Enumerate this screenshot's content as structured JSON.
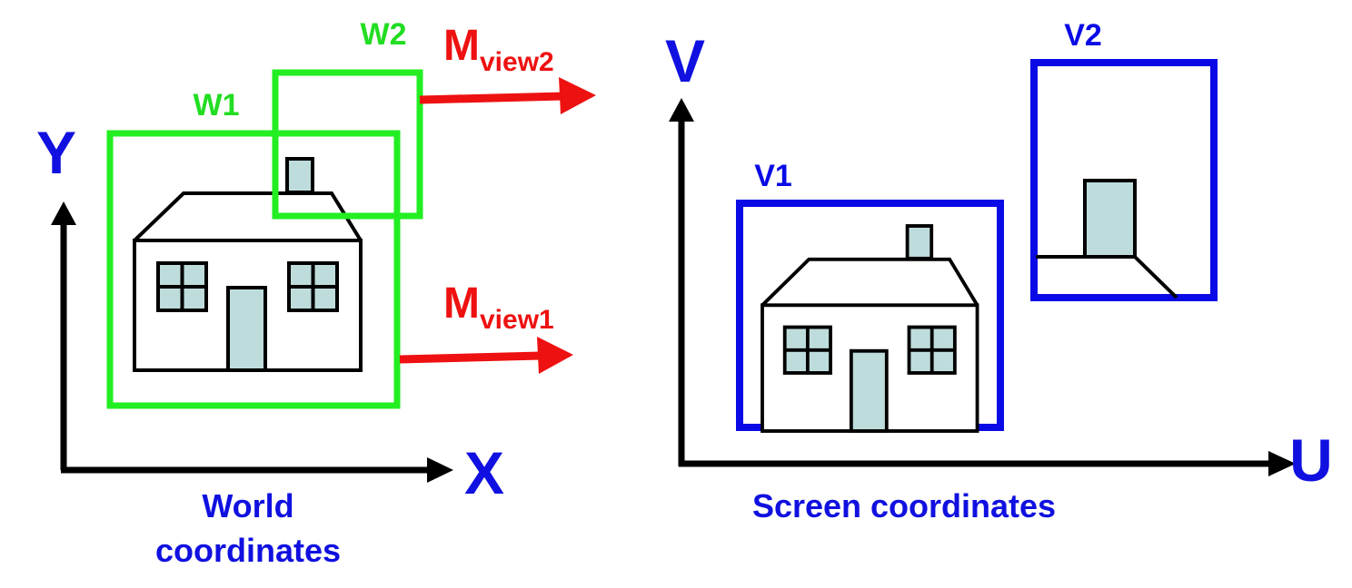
{
  "left_panel": {
    "axis_y": "Y",
    "axis_x": "X",
    "caption_line1": "World",
    "caption_line2": "coordinates",
    "window1_label": "W1",
    "window2_label": "W2",
    "transform2": {
      "base": "M",
      "sub": "view2"
    },
    "transform1": {
      "base": "M",
      "sub": "view1"
    }
  },
  "right_panel": {
    "axis_v": "V",
    "axis_u": "U",
    "caption": "Screen coordinates",
    "viewport1_label": "V1",
    "viewport2_label": "V2"
  },
  "colors": {
    "world_axes_labels": "#1010e0",
    "window_frame": "#22ee22",
    "window_label": "#22dd22",
    "transform": "#ee1111",
    "viewport_frame": "#0a0ae6",
    "house_fill": "#bfdcdc",
    "ink": "#000000"
  }
}
